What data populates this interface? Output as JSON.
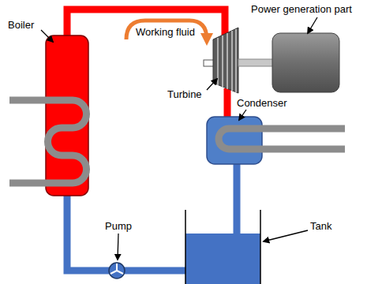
{
  "diagram": {
    "labels": [
      "Boiler",
      "Working fluid",
      "Power generation part",
      "Turbine",
      "Condenser",
      "Pump",
      "Tank"
    ]
  }
}
